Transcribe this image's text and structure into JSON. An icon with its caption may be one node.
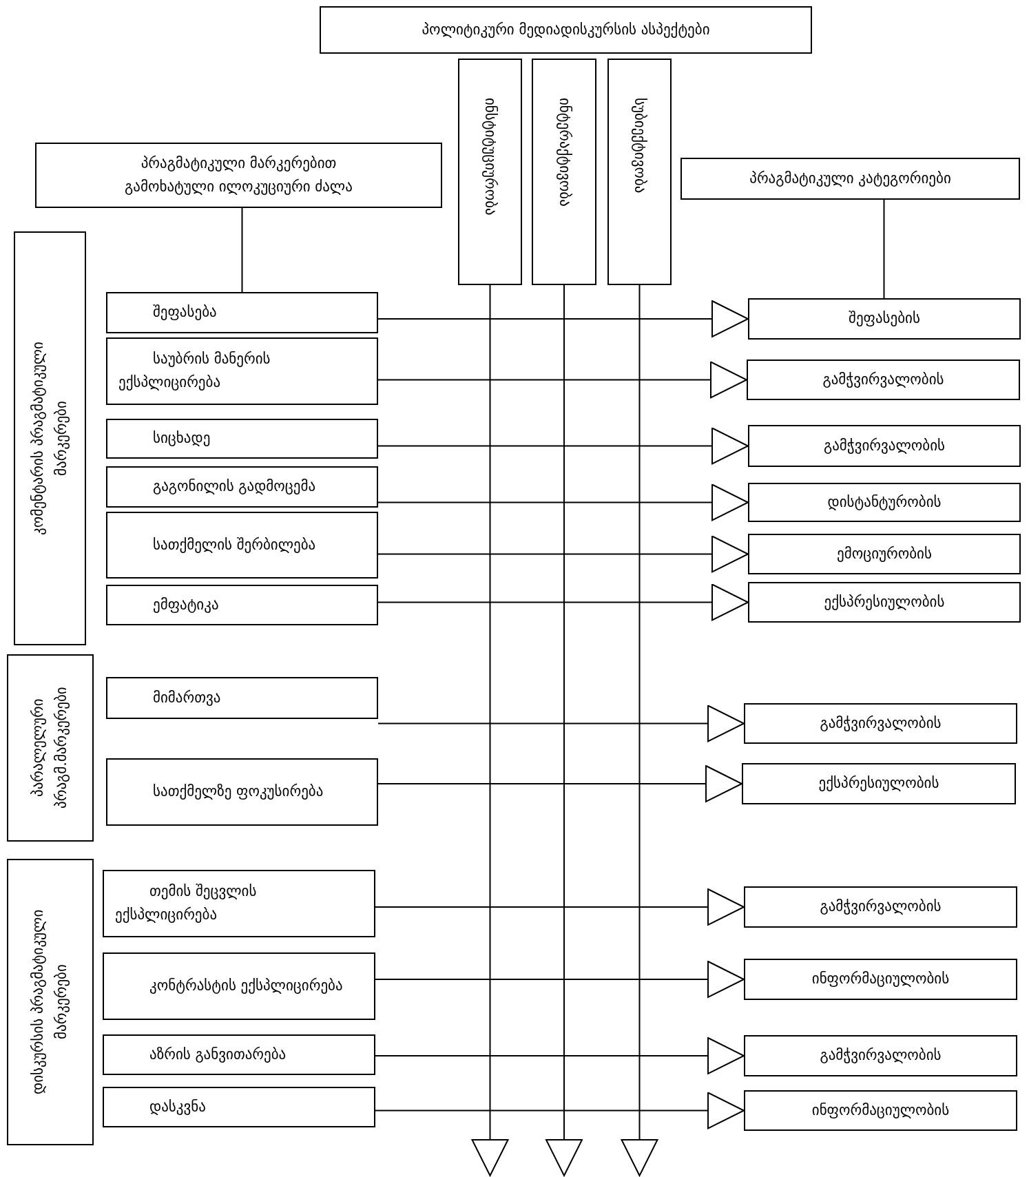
{
  "diagram": {
    "nodes": [
      {
        "text": [
          "პოლიტიკური მედიადისკურსის ასპექტები"
        ]
      },
      {
        "text": [
          "ინსტიტუციურობა"
        ]
      },
      {
        "text": [
          "ინტერაქტივობა"
        ]
      },
      {
        "text": [
          "სუბიექტივობა"
        ]
      },
      {
        "text": [
          "პრაგმატიკული მარკერებით გამოხატული ილოკუციური ძალა"
        ]
      },
      {
        "text": [
          "პრაგმატიკული კატეგორიები"
        ]
      },
      {
        "text": [
          "კომენტარის პრაგმატიკული მარკერები"
        ]
      },
      {
        "text": [
          "პარალელური პრაგმ.მარკერები"
        ]
      },
      {
        "text": [
          "დისკურსის პრაგმატიკული მარკერები"
        ]
      },
      {
        "text": [
          "შეფასება"
        ]
      },
      {
        "text": [
          "საუბრის მანერის ექსპლიცირება"
        ]
      },
      {
        "text": [
          "სიცხადე"
        ]
      },
      {
        "text": [
          "გაგონილის გადმოცემა"
        ]
      },
      {
        "text": [
          "სათქმელის შერბილება"
        ]
      },
      {
        "text": [
          "ემფატიკა"
        ]
      },
      {
        "text": [
          "მიმართვა"
        ]
      },
      {
        "text": [
          "სათქმელზე ფოკუსირება"
        ]
      },
      {
        "text": [
          "თემის შეცვლის ექსპლიცირება"
        ]
      },
      {
        "text": [
          "კონტრასტის ექსპლიცირება"
        ]
      },
      {
        "text": [
          "აზრის განვითარება"
        ]
      },
      {
        "text": [
          "დასკვნა"
        ]
      },
      {
        "text": [
          "შეფასების"
        ]
      },
      {
        "text": [
          "გამჭვირვალობის"
        ]
      },
      {
        "text": [
          "გამჭვირვალობის"
        ]
      },
      {
        "text": [
          "დისტანტურობის"
        ]
      },
      {
        "text": [
          "ემოციურობის"
        ]
      },
      {
        "text": [
          "ექსპრესიულობის"
        ]
      },
      {
        "text": [
          "გამჭვირვალობის"
        ]
      },
      {
        "text": [
          "ექსპრესიულობის"
        ]
      },
      {
        "text": [
          "გამჭვირვალობის"
        ]
      },
      {
        "text": [
          "ინფორმაციულობის"
        ]
      },
      {
        "text": [
          "გამჭვირვალობის"
        ]
      },
      {
        "text": [
          "ინფორმაციულობის"
        ]
      }
    ],
    "edges": [
      {
        "from": 4,
        "to": 9,
        "arrow": "none"
      },
      {
        "from": 5,
        "to": 21,
        "arrow": "none"
      },
      {
        "from": 9,
        "to": 21,
        "arrow": "to"
      },
      {
        "from": 10,
        "to": 22,
        "arrow": "to"
      },
      {
        "from": 11,
        "to": 23,
        "arrow": "to"
      },
      {
        "from": 12,
        "to": 24,
        "arrow": "to"
      },
      {
        "from": 13,
        "to": 25,
        "arrow": "to"
      },
      {
        "from": 14,
        "to": 26,
        "arrow": "to"
      },
      {
        "from": 15,
        "to": 27,
        "arrow": "to"
      },
      {
        "from": 16,
        "to": 28,
        "arrow": "to"
      },
      {
        "from": 17,
        "to": 29,
        "arrow": "to"
      },
      {
        "from": 18,
        "to": 30,
        "arrow": "to"
      },
      {
        "from": 19,
        "to": 31,
        "arrow": "to"
      },
      {
        "from": 20,
        "to": 32,
        "arrow": "to"
      },
      {
        "from": 1,
        "to": null,
        "arrow": "to"
      },
      {
        "from": 2,
        "to": null,
        "arrow": "to"
      },
      {
        "from": 3,
        "to": null,
        "arrow": "to"
      }
    ]
  }
}
